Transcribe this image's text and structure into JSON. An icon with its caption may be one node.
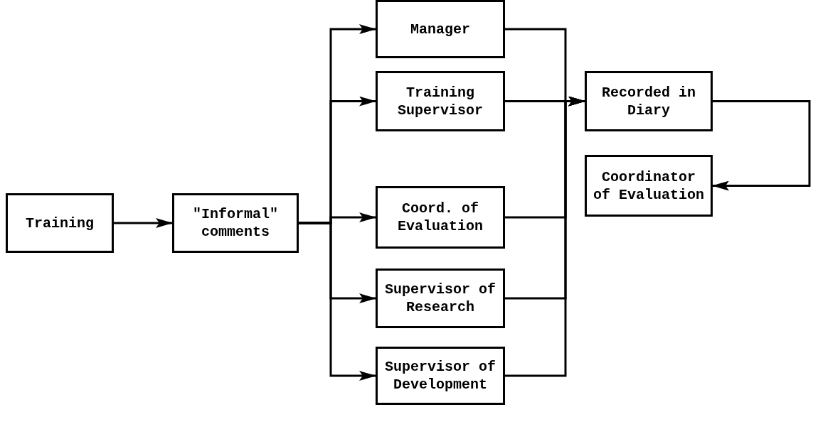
{
  "diagram": {
    "nodes": [
      {
        "text": [
          "Training"
        ]
      },
      {
        "text": [
          "\"Informal\" comments"
        ]
      },
      {
        "text": [
          "Manager"
        ]
      },
      {
        "text": [
          "Training Supervisor"
        ]
      },
      {
        "text": [
          "Coord. of Evaluation"
        ]
      },
      {
        "text": [
          "Supervisor of Research"
        ]
      },
      {
        "text": [
          "Supervisor of Development"
        ]
      },
      {
        "text": [
          "Recorded in Diary"
        ]
      },
      {
        "text": [
          "Coordinator of Evaluation"
        ]
      }
    ],
    "edges": [
      {
        "from": 0,
        "to": 1,
        "arrow": "to"
      },
      {
        "from": 1,
        "to": 2,
        "arrow": "to"
      },
      {
        "from": 1,
        "to": 3,
        "arrow": "to"
      },
      {
        "from": 1,
        "to": 4,
        "arrow": "to"
      },
      {
        "from": 1,
        "to": 5,
        "arrow": "to"
      },
      {
        "from": 1,
        "to": 6,
        "arrow": "to"
      },
      {
        "from": 2,
        "to": 7,
        "arrow": "to"
      },
      {
        "from": 3,
        "to": 7,
        "arrow": "to"
      },
      {
        "from": 4,
        "to": 7,
        "arrow": "to"
      },
      {
        "from": 5,
        "to": 7,
        "arrow": "to"
      },
      {
        "from": 6,
        "to": 7,
        "arrow": "to"
      },
      {
        "from": 7,
        "to": 8,
        "arrow": "to"
      }
    ]
  }
}
